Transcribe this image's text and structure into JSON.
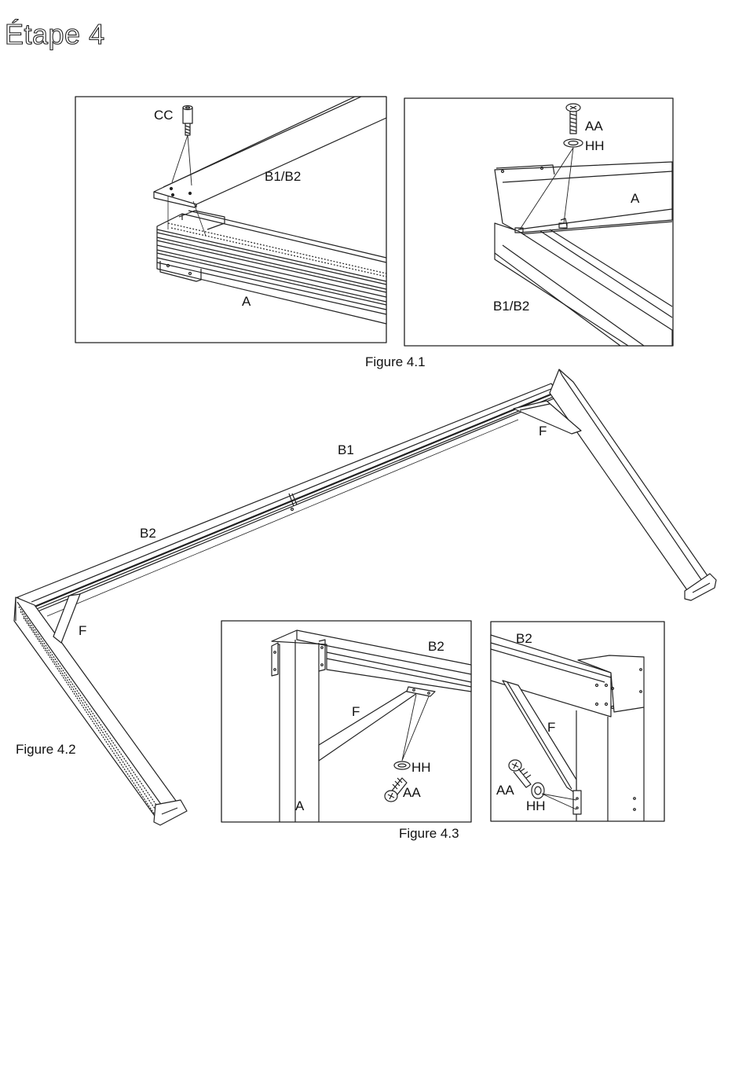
{
  "step_title": "Étape 4",
  "figures": {
    "fig41": {
      "caption": "Figure 4.1",
      "left_panel": {
        "label_cc": "CC",
        "label_beam": "B1/B2",
        "label_a": "A"
      },
      "right_panel": {
        "label_aa": "AA",
        "label_hh": "HH",
        "label_a": "A",
        "label_beam": "B1/B2"
      }
    },
    "fig42": {
      "caption": "Figure 4.2",
      "label_b1": "B1",
      "label_b2": "B2",
      "label_f_right": "F",
      "label_f_left": "F"
    },
    "fig43": {
      "caption": "Figure 4.3",
      "left_panel": {
        "label_b2": "B2",
        "label_f": "F",
        "label_hh": "HH",
        "label_aa": "AA",
        "label_a": "A"
      },
      "right_panel": {
        "label_b2": "B2",
        "label_f": "F",
        "label_aa": "AA",
        "label_hh": "HH"
      }
    }
  }
}
